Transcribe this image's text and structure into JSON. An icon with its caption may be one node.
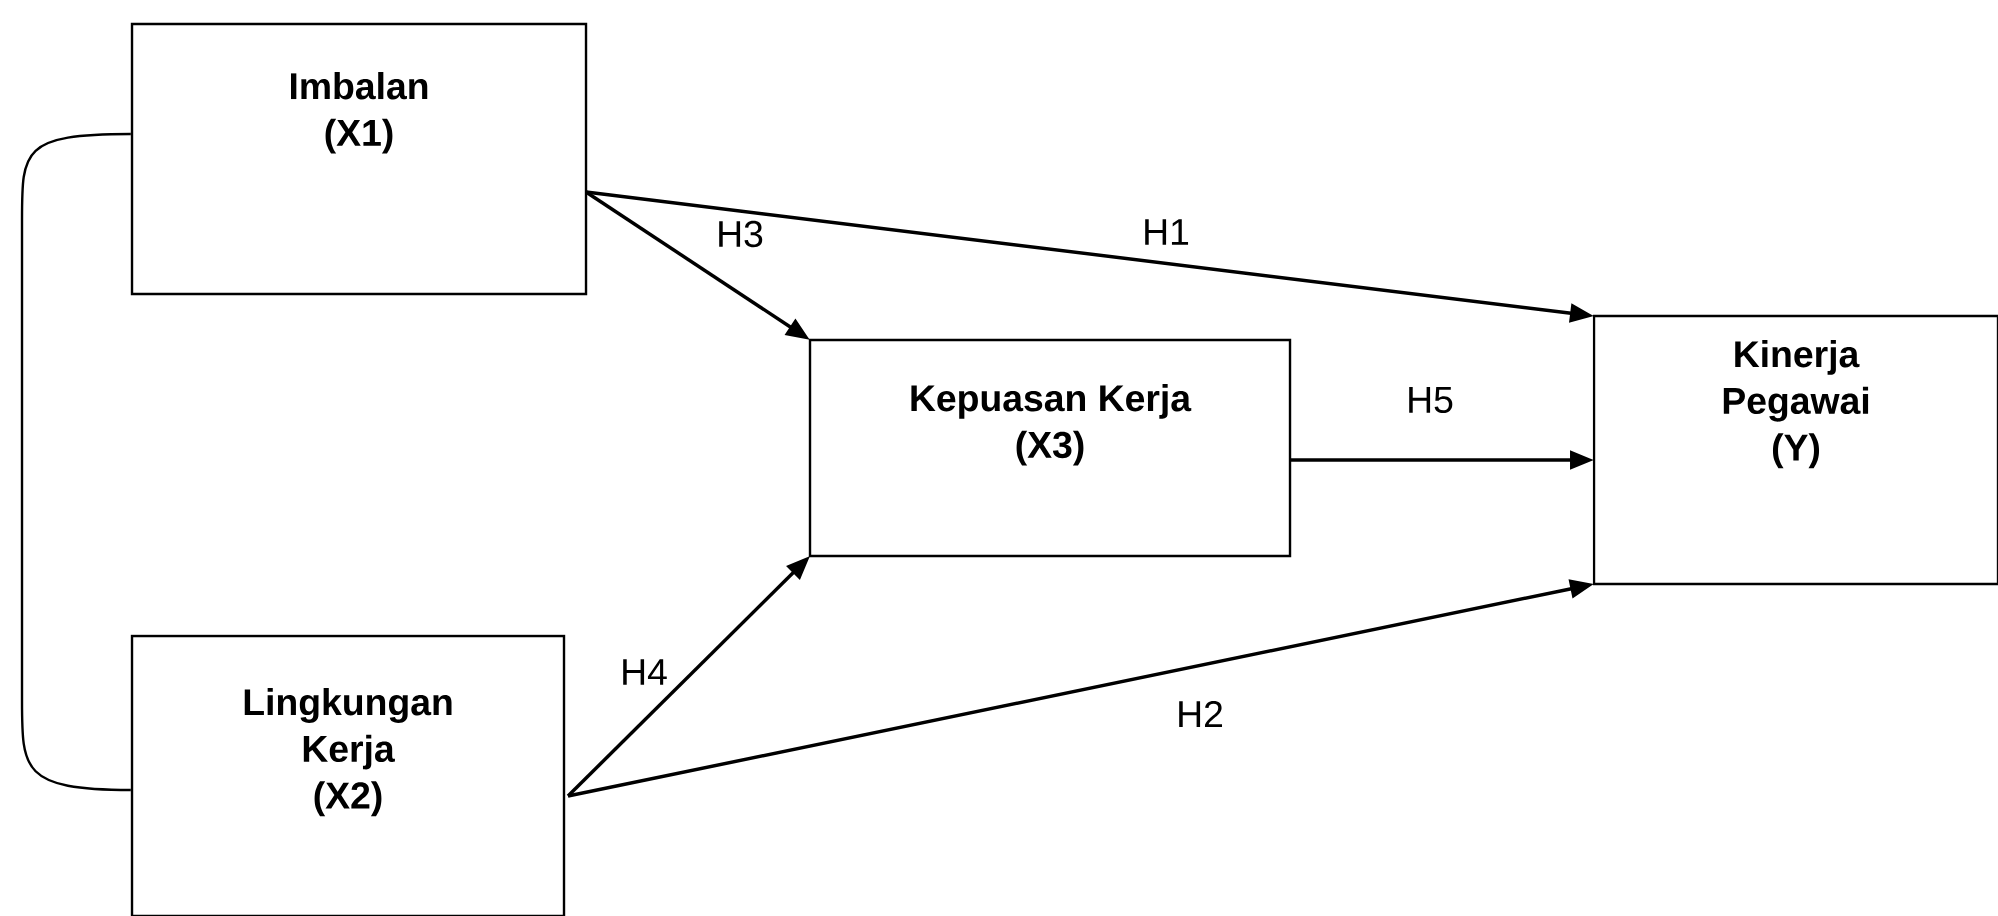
{
  "diagram": {
    "nodes": [
      {
        "text": [
          "Imbalan",
          "(X1)"
        ]
      },
      {
        "text": [
          "Lingkungan Kerja",
          "(X2)"
        ]
      },
      {
        "text": [
          "Kepuasan Kerja",
          "(X3)"
        ]
      },
      {
        "text": [
          "Kinerja Pegawai",
          "(Y)"
        ]
      }
    ],
    "edges": [
      {
        "from": 0,
        "to": 3,
        "arrow": "to",
        "label": "H1"
      },
      {
        "from": 1,
        "to": 3,
        "arrow": "to",
        "label": "H2"
      },
      {
        "from": 0,
        "to": 2,
        "arrow": "to",
        "label": "H3"
      },
      {
        "from": 1,
        "to": 2,
        "arrow": "to",
        "label": "H4"
      },
      {
        "from": 2,
        "to": 3,
        "arrow": "to",
        "label": "H5"
      },
      {
        "from": 0,
        "to": 1,
        "arrow": "none"
      }
    ]
  }
}
